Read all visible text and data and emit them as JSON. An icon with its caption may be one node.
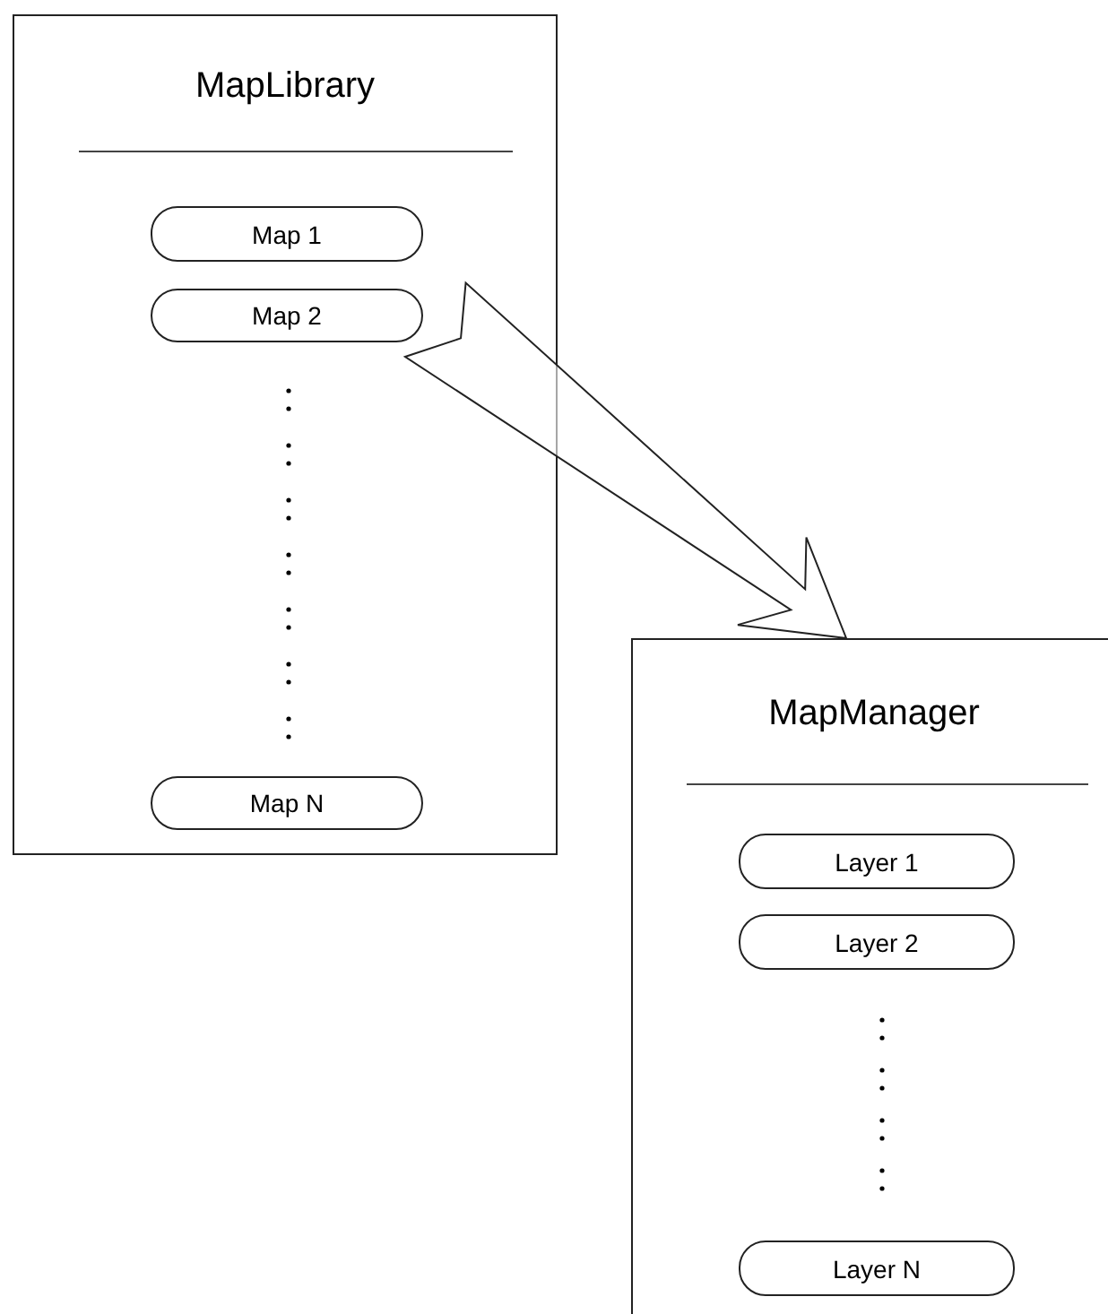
{
  "diagram": {
    "nodes": [
      {
        "text": [
          "MapLibrary"
        ]
      },
      {
        "text": [
          "Map 1"
        ],
        "in": 0
      },
      {
        "text": [
          "Map 2"
        ],
        "in": 0
      },
      {
        "text": [
          "Map N"
        ],
        "in": 0
      },
      {
        "text": [
          "MapManager"
        ]
      },
      {
        "text": [
          "Layer 1"
        ],
        "in": 4
      },
      {
        "text": [
          "Layer 2"
        ],
        "in": 4
      },
      {
        "text": [
          "Layer N"
        ],
        "in": 4
      }
    ],
    "edges": [
      {
        "from": 2,
        "to": 4,
        "arrow": "to"
      }
    ]
  }
}
